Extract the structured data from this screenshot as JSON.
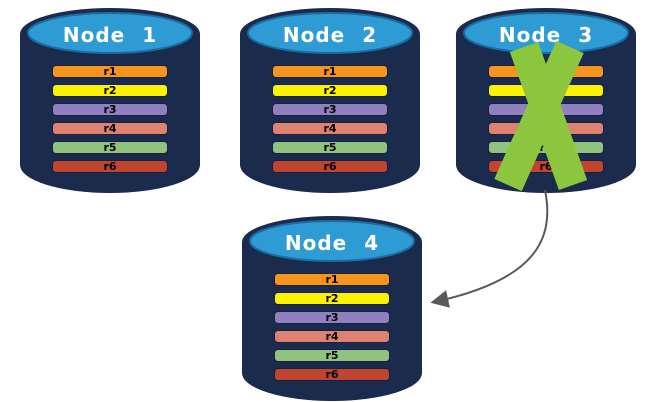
{
  "diagram": {
    "nodes": [
      {
        "title": "Node 1",
        "status": "active"
      },
      {
        "title": "Node 2",
        "status": "active"
      },
      {
        "title": "Node 3",
        "status": "failed"
      },
      {
        "title": "Node 4",
        "status": "active"
      }
    ],
    "replicas": [
      {
        "label": "r1",
        "color": "#F7941D"
      },
      {
        "label": "r2",
        "color": "#FBF200"
      },
      {
        "label": "r3",
        "color": "#9080C0"
      },
      {
        "label": "r4",
        "color": "#DD8171"
      },
      {
        "label": "r5",
        "color": "#90C47E"
      },
      {
        "label": "r6",
        "color": "#C14430"
      }
    ],
    "colors": {
      "canvas_bg": "#FFFFFF",
      "cylinder_body": "#1B2B4D",
      "cylinder_top": "#2E9BD5",
      "cylinder_top_border": "#1A6DA0",
      "bar_border": "#16233F",
      "bar_text": "#000000",
      "title_text": "#FFFFFF",
      "failure_x": "#8CC63E",
      "arrow": "#595959"
    }
  }
}
